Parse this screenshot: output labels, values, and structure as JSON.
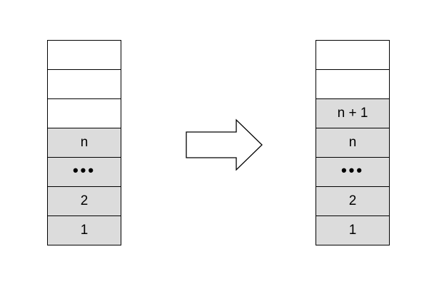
{
  "stack_before": {
    "cells": [
      {
        "label": "",
        "filled": false
      },
      {
        "label": "",
        "filled": false
      },
      {
        "label": "",
        "filled": false
      },
      {
        "label": "n",
        "filled": true
      },
      {
        "label": "•••",
        "filled": true
      },
      {
        "label": "2",
        "filled": true
      },
      {
        "label": "1",
        "filled": true
      }
    ]
  },
  "stack_after": {
    "cells": [
      {
        "label": "",
        "filled": false
      },
      {
        "label": "",
        "filled": false
      },
      {
        "label": "n + 1",
        "filled": true
      },
      {
        "label": "n",
        "filled": true
      },
      {
        "label": "•••",
        "filled": true
      },
      {
        "label": "2",
        "filled": true
      },
      {
        "label": "1",
        "filled": true
      }
    ]
  },
  "arrow": {
    "icon": "right-arrow-icon"
  },
  "colors": {
    "filled_cell": "#dcdcdc",
    "empty_cell": "#ffffff",
    "border": "#000000"
  }
}
